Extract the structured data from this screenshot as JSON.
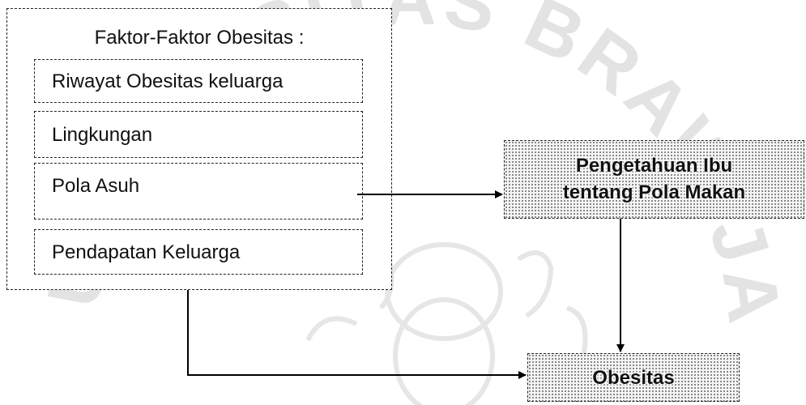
{
  "watermark": {
    "text": "UNIVERSITAS BRAWIJAYA",
    "color": "#e2e2e2"
  },
  "factors_box": {
    "title": "Faktor-Faktor Obesitas :",
    "items": [
      "Riwayat Obesitas keluarga",
      "Lingkungan",
      "Pola Asuh",
      "Pendapatan Keluarga"
    ]
  },
  "knowledge_box": {
    "line1": "Pengetahuan Ibu",
    "line2": "tentang Pola Makan"
  },
  "outcome_box": {
    "label": "Obesitas"
  },
  "arrows": [
    {
      "from": "Pola Asuh",
      "to": "Pengetahuan Ibu tentang Pola Makan"
    },
    {
      "from": "Pengetahuan Ibu tentang Pola Makan",
      "to": "Obesitas"
    },
    {
      "from": "Faktor-Faktor Obesitas",
      "to": "Obesitas"
    }
  ]
}
